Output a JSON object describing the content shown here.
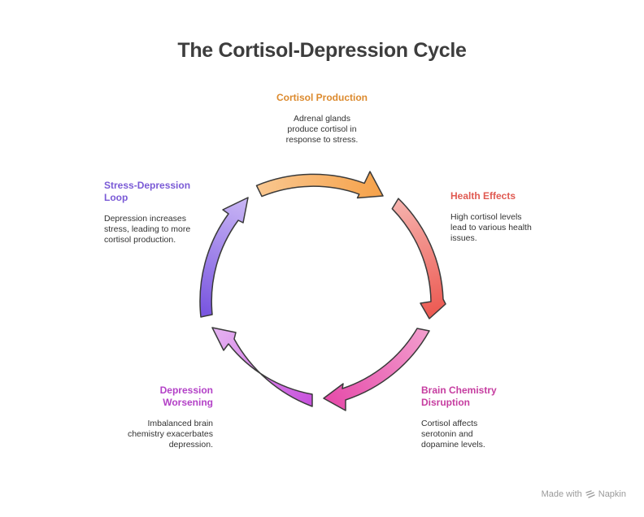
{
  "title": "The Cortisol-Depression Cycle",
  "colors": {
    "cortisol": "#dc8a2e",
    "health": "#e05a52",
    "brain": "#c63da0",
    "depression": "#b341c7",
    "stress": "#7a5ad6"
  },
  "stages": {
    "cortisol": {
      "heading": "Cortisol Production",
      "desc": [
        "Adrenal glands",
        "produce cortisol in",
        "response to stress."
      ]
    },
    "health": {
      "heading": "Health Effects",
      "desc": [
        "High cortisol levels",
        "lead to various health",
        "issues."
      ]
    },
    "brain": {
      "heading": [
        "Brain Chemistry",
        "Disruption"
      ],
      "desc": [
        "Cortisol affects",
        "serotonin and",
        "dopamine levels."
      ]
    },
    "depression": {
      "heading": [
        "Depression",
        "Worsening"
      ],
      "desc": [
        "Imbalanced brain",
        "chemistry exacerbates",
        "depression."
      ]
    },
    "stress": {
      "heading": [
        "Stress-Depression",
        "Loop"
      ],
      "desc": [
        "Depression increases",
        "stress, leading to more",
        "cortisol production."
      ]
    }
  },
  "footer": {
    "made_with": "Made with",
    "brand": "Napkin"
  }
}
